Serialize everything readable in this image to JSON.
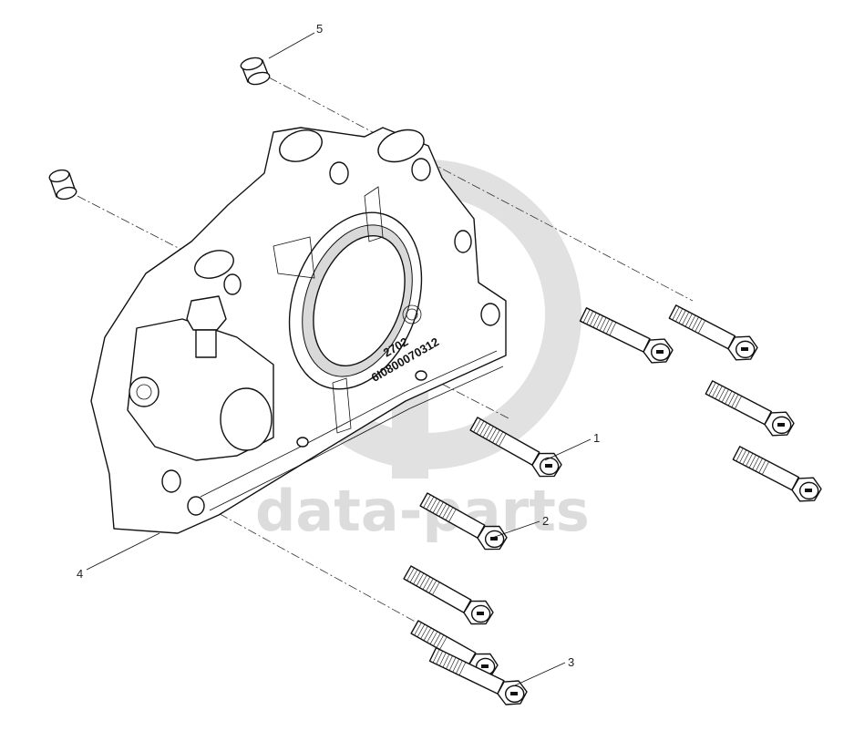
{
  "diagram": {
    "watermark": "data-parts",
    "engraving": {
      "line1": "2702",
      "line2": "6I0800070312"
    },
    "callouts": [
      {
        "id": "1",
        "label": "1"
      },
      {
        "id": "2",
        "label": "2"
      },
      {
        "id": "3",
        "label": "3"
      },
      {
        "id": "4",
        "label": "4"
      },
      {
        "id": "5",
        "label": "5"
      }
    ]
  }
}
